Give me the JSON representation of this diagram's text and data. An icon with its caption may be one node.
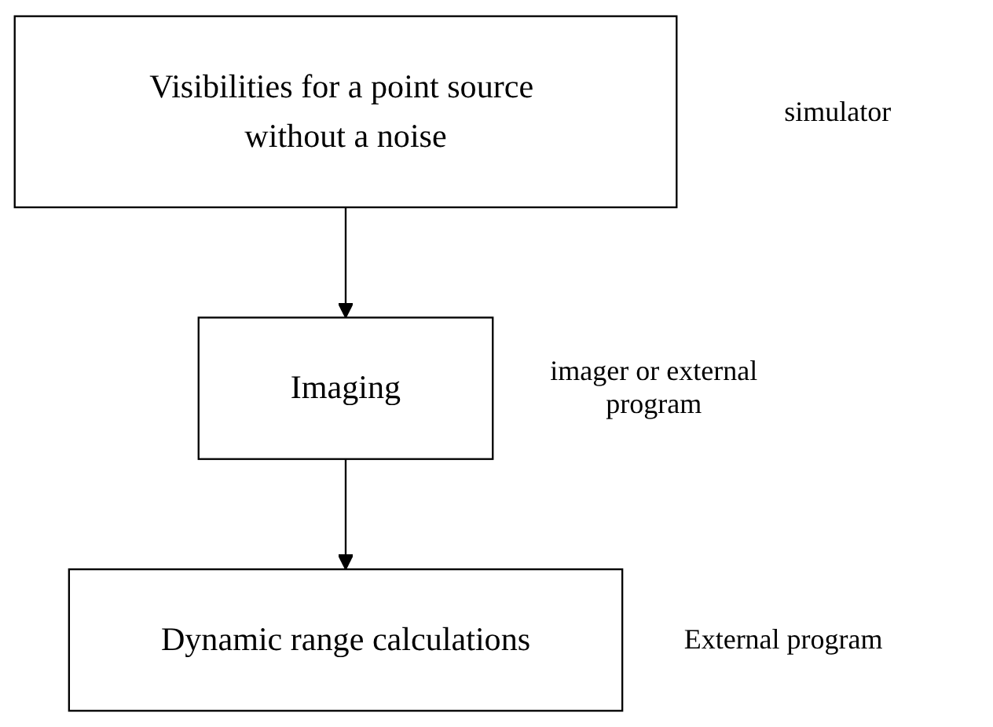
{
  "diagram": {
    "nodes": [
      {
        "text": [
          "Visibilities for a point source without a noise"
        ],
        "beside": [
          "simulator"
        ]
      },
      {
        "text": [
          "Imaging"
        ],
        "beside": [
          "imager or external program"
        ]
      },
      {
        "text": [
          "Dynamic range calculations"
        ],
        "beside": [
          "External program"
        ]
      }
    ],
    "edges": [
      {
        "from": 0,
        "to": 1,
        "arrow": "to"
      },
      {
        "from": 1,
        "to": 2,
        "arrow": "to"
      }
    ]
  }
}
